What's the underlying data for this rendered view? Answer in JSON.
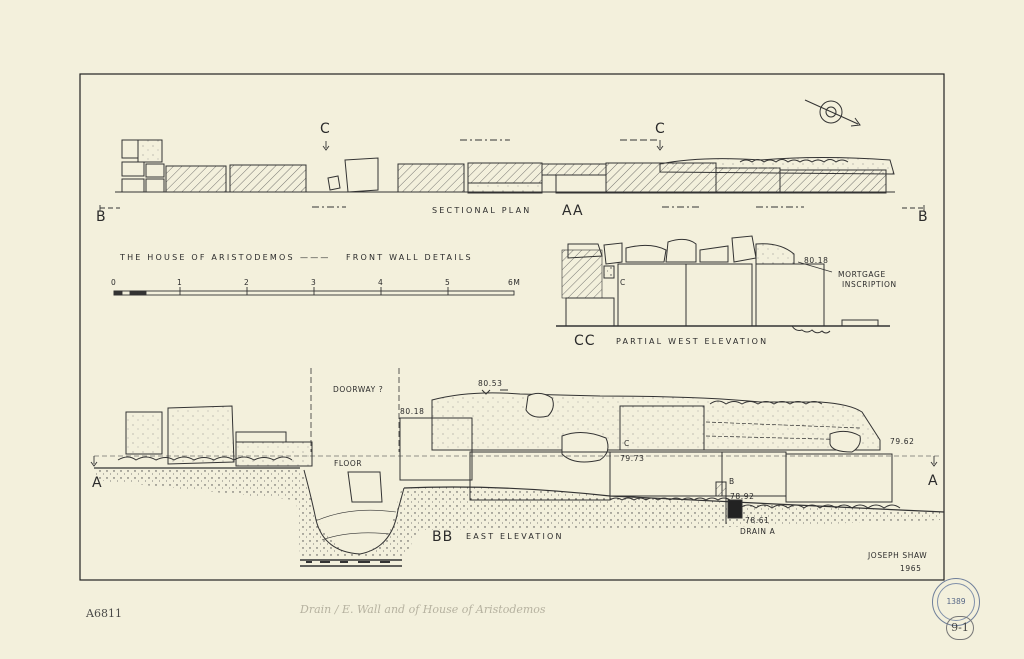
{
  "title": "THE HOUSE OF ARISTODEMOS",
  "title_sep": "———",
  "subtitle": "FRONT WALL DETAILS",
  "scale": {
    "ticks": [
      "0",
      "1",
      "2",
      "3",
      "4",
      "5",
      "6M"
    ]
  },
  "sectional_plan": {
    "label": "SECTIONAL PLAN",
    "code": "AA",
    "cut_left": "B",
    "cut_right": "B",
    "marker_c1": "C",
    "marker_c2": "C"
  },
  "west_elevation": {
    "code": "CC",
    "label": "PARTIAL WEST ELEVATION",
    "level": "80.18",
    "note_line1": "MORTGAGE",
    "note_line2": "INSCRIPTION",
    "marker": "C"
  },
  "east_elevation": {
    "code": "BB",
    "label": "EAST ELEVATION",
    "cut_left": "A",
    "cut_right": "A",
    "doorway": "DOORWAY ?",
    "floor": "FLOOR",
    "levels": {
      "top": "80.53",
      "left": "80.18",
      "right": "79.62",
      "c": "79.73",
      "b": "78.92",
      "drain": "78.61"
    },
    "marker_c": "C",
    "marker_b": "B",
    "drain": "DRAIN A"
  },
  "credit": {
    "name": "JOSEPH  SHAW",
    "year": "1965"
  },
  "archive_number": "A6811",
  "stamp_number": "1389",
  "sheet_number": "9-1",
  "faint_note": "Drain / E. Wall and of House of Aristodemos"
}
